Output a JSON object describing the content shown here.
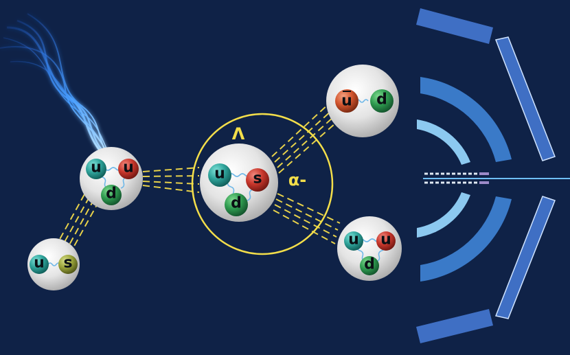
{
  "labels": {
    "lambda": "Λ",
    "alpha": "α-"
  },
  "quarks": {
    "proton": {
      "q1": "u",
      "q2": "u",
      "q3": "d"
    },
    "kaon": {
      "q1": "u",
      "q2": "s"
    },
    "lambda_baryon": {
      "q1": "u",
      "q2": "s",
      "q3": "d"
    },
    "pion": {
      "q1": "u",
      "q2": "d"
    },
    "nucleon": {
      "q1": "u",
      "q2": "u",
      "q3": "d"
    }
  },
  "colors": {
    "background": "#0f2247",
    "teal_quark": "#2fa39a",
    "red_quark": "#c8372c",
    "green_quark": "#2e9a4f",
    "olive_quark": "#9aa33a",
    "orange_quark": "#d2552e",
    "line_yellow": "#e8d24a",
    "detector_dark": "#3f6fc4",
    "detector_mid": "#3a7ac8",
    "detector_light": "#8cc9f0"
  },
  "icons": [
    "gluon-spring",
    "particle-sphere",
    "detector-arc",
    "light-beam"
  ]
}
